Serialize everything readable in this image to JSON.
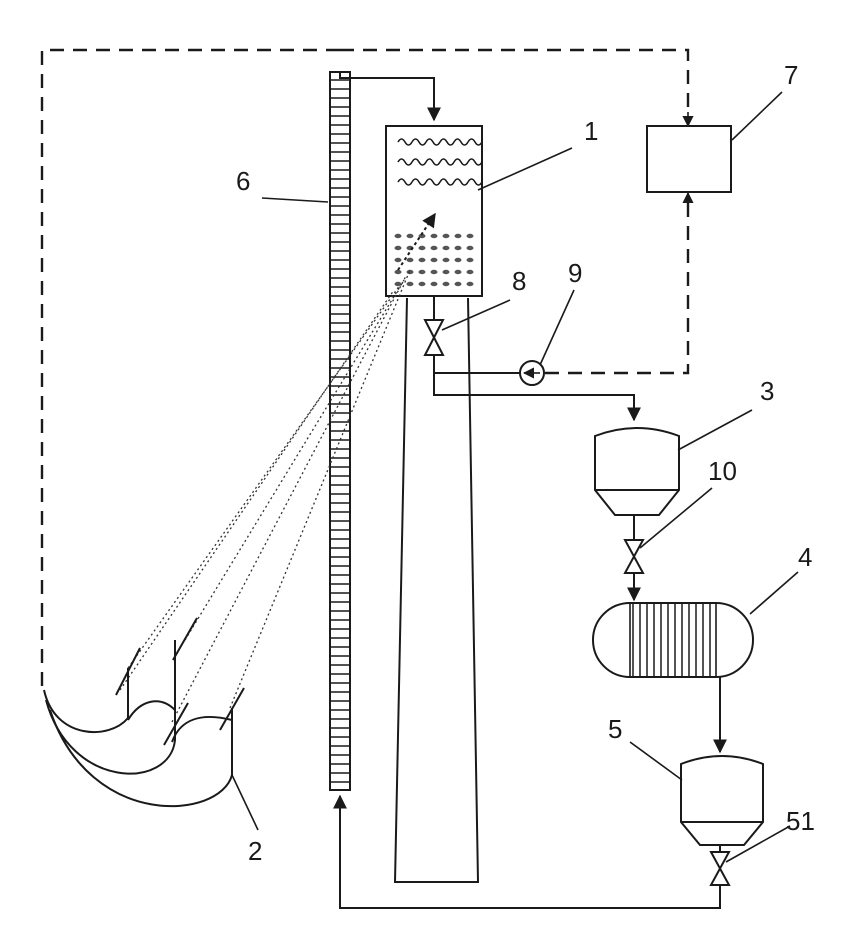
{
  "labels": {
    "receiver": "1",
    "heliostat": "2",
    "tank_upper": "3",
    "heat_exchanger": "4",
    "tank_lower": "5",
    "tower": "6",
    "controller": "7",
    "valve_top": "8",
    "sensor": "9",
    "valve_mid": "10",
    "valve_bottom": "51"
  }
}
